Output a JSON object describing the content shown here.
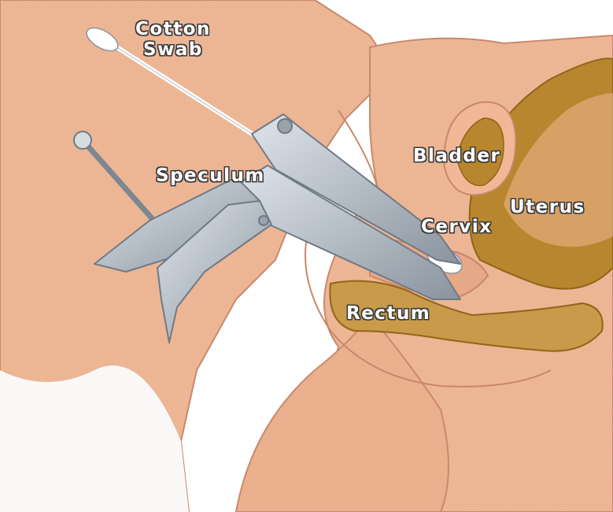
{
  "labels": {
    "cotton_swab_line1": "Cotton",
    "cotton_swab_line2": "Swab",
    "speculum": "Speculum",
    "bladder": "Bladder",
    "uterus": "Uterus",
    "cervix": "Cervix",
    "rectum": "Rectum"
  },
  "colors": {
    "skin": "#f0b896",
    "skin_dark": "#d99a76",
    "outline": "#c9876a",
    "organ": "#b8862e",
    "organ_dark": "#8f6518",
    "instrument": "#b8c0c8",
    "instrument_edge": "#6f7a85",
    "swab": "#ffffff"
  }
}
